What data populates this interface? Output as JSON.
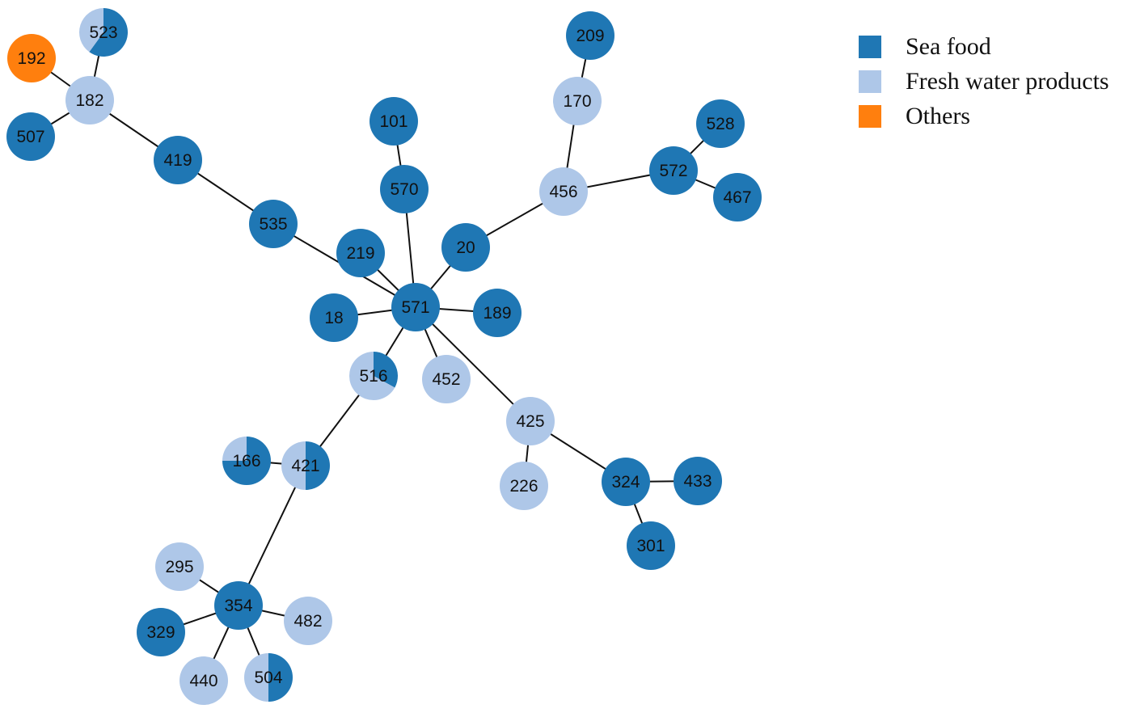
{
  "colors": {
    "Sea food": "#1f77b4",
    "Fresh water products": "#aec7e8",
    "Others": "#ff7f0e",
    "edge": "#111111"
  },
  "legend": {
    "items": [
      {
        "label": "Sea food",
        "color": "#1f77b4"
      },
      {
        "label": "Fresh water products",
        "color": "#aec7e8"
      },
      {
        "label": "Others",
        "color": "#ff7f0e"
      }
    ]
  },
  "network": {
    "nodes": [
      {
        "id": "523",
        "composition": [
          {
            "category": "Sea food",
            "fraction": 0.6
          },
          {
            "category": "Fresh water products",
            "fraction": 0.4
          }
        ]
      },
      {
        "id": "192",
        "composition": [
          {
            "category": "Others",
            "fraction": 1
          }
        ]
      },
      {
        "id": "182",
        "composition": [
          {
            "category": "Fresh water products",
            "fraction": 1
          }
        ]
      },
      {
        "id": "507",
        "composition": [
          {
            "category": "Sea food",
            "fraction": 1
          }
        ]
      },
      {
        "id": "419",
        "composition": [
          {
            "category": "Sea food",
            "fraction": 1
          }
        ]
      },
      {
        "id": "535",
        "composition": [
          {
            "category": "Sea food",
            "fraction": 1
          }
        ]
      },
      {
        "id": "101",
        "composition": [
          {
            "category": "Sea food",
            "fraction": 1
          }
        ]
      },
      {
        "id": "570",
        "composition": [
          {
            "category": "Sea food",
            "fraction": 1
          }
        ]
      },
      {
        "id": "219",
        "composition": [
          {
            "category": "Sea food",
            "fraction": 1
          }
        ]
      },
      {
        "id": "20",
        "composition": [
          {
            "category": "Sea food",
            "fraction": 1
          }
        ]
      },
      {
        "id": "571",
        "composition": [
          {
            "category": "Sea food",
            "fraction": 1
          }
        ]
      },
      {
        "id": "18",
        "composition": [
          {
            "category": "Sea food",
            "fraction": 1
          }
        ]
      },
      {
        "id": "189",
        "composition": [
          {
            "category": "Sea food",
            "fraction": 1
          }
        ]
      },
      {
        "id": "209",
        "composition": [
          {
            "category": "Sea food",
            "fraction": 1
          }
        ]
      },
      {
        "id": "170",
        "composition": [
          {
            "category": "Fresh water products",
            "fraction": 1
          }
        ]
      },
      {
        "id": "456",
        "composition": [
          {
            "category": "Fresh water products",
            "fraction": 1
          }
        ]
      },
      {
        "id": "572",
        "composition": [
          {
            "category": "Sea food",
            "fraction": 1
          }
        ]
      },
      {
        "id": "528",
        "composition": [
          {
            "category": "Sea food",
            "fraction": 1
          }
        ]
      },
      {
        "id": "467",
        "composition": [
          {
            "category": "Sea food",
            "fraction": 1
          }
        ]
      },
      {
        "id": "516",
        "composition": [
          {
            "category": "Sea food",
            "fraction": 0.33
          },
          {
            "category": "Fresh water products",
            "fraction": 0.67
          }
        ]
      },
      {
        "id": "452",
        "composition": [
          {
            "category": "Fresh water products",
            "fraction": 1
          }
        ]
      },
      {
        "id": "425",
        "composition": [
          {
            "category": "Fresh water products",
            "fraction": 1
          }
        ]
      },
      {
        "id": "226",
        "composition": [
          {
            "category": "Fresh water products",
            "fraction": 1
          }
        ]
      },
      {
        "id": "324",
        "composition": [
          {
            "category": "Sea food",
            "fraction": 1
          }
        ]
      },
      {
        "id": "433",
        "composition": [
          {
            "category": "Sea food",
            "fraction": 1
          }
        ]
      },
      {
        "id": "301",
        "composition": [
          {
            "category": "Sea food",
            "fraction": 1
          }
        ]
      },
      {
        "id": "166",
        "composition": [
          {
            "category": "Sea food",
            "fraction": 0.75
          },
          {
            "category": "Fresh water products",
            "fraction": 0.25
          }
        ]
      },
      {
        "id": "421",
        "composition": [
          {
            "category": "Sea food",
            "fraction": 0.5
          },
          {
            "category": "Fresh water products",
            "fraction": 0.5
          }
        ]
      },
      {
        "id": "295",
        "composition": [
          {
            "category": "Fresh water products",
            "fraction": 1
          }
        ]
      },
      {
        "id": "354",
        "composition": [
          {
            "category": "Sea food",
            "fraction": 1
          }
        ]
      },
      {
        "id": "482",
        "composition": [
          {
            "category": "Fresh water products",
            "fraction": 1
          }
        ]
      },
      {
        "id": "329",
        "composition": [
          {
            "category": "Sea food",
            "fraction": 1
          }
        ]
      },
      {
        "id": "440",
        "composition": [
          {
            "category": "Fresh water products",
            "fraction": 1
          }
        ]
      },
      {
        "id": "504",
        "composition": [
          {
            "category": "Sea food",
            "fraction": 0.5
          },
          {
            "category": "Fresh water products",
            "fraction": 0.5
          }
        ]
      }
    ],
    "edges": [
      [
        "523",
        "182"
      ],
      [
        "192",
        "182"
      ],
      [
        "507",
        "182"
      ],
      [
        "182",
        "419"
      ],
      [
        "419",
        "535"
      ],
      [
        "535",
        "571"
      ],
      [
        "219",
        "571"
      ],
      [
        "101",
        "570"
      ],
      [
        "570",
        "571"
      ],
      [
        "20",
        "571"
      ],
      [
        "20",
        "456"
      ],
      [
        "18",
        "571"
      ],
      [
        "189",
        "571"
      ],
      [
        "209",
        "170"
      ],
      [
        "170",
        "456"
      ],
      [
        "456",
        "572"
      ],
      [
        "572",
        "528"
      ],
      [
        "572",
        "467"
      ],
      [
        "571",
        "516"
      ],
      [
        "571",
        "452"
      ],
      [
        "571",
        "425"
      ],
      [
        "425",
        "226"
      ],
      [
        "425",
        "324"
      ],
      [
        "324",
        "433"
      ],
      [
        "324",
        "301"
      ],
      [
        "516",
        "421"
      ],
      [
        "166",
        "421"
      ],
      [
        "421",
        "354"
      ],
      [
        "354",
        "295"
      ],
      [
        "354",
        "482"
      ],
      [
        "354",
        "329"
      ],
      [
        "354",
        "440"
      ],
      [
        "354",
        "504"
      ]
    ]
  }
}
